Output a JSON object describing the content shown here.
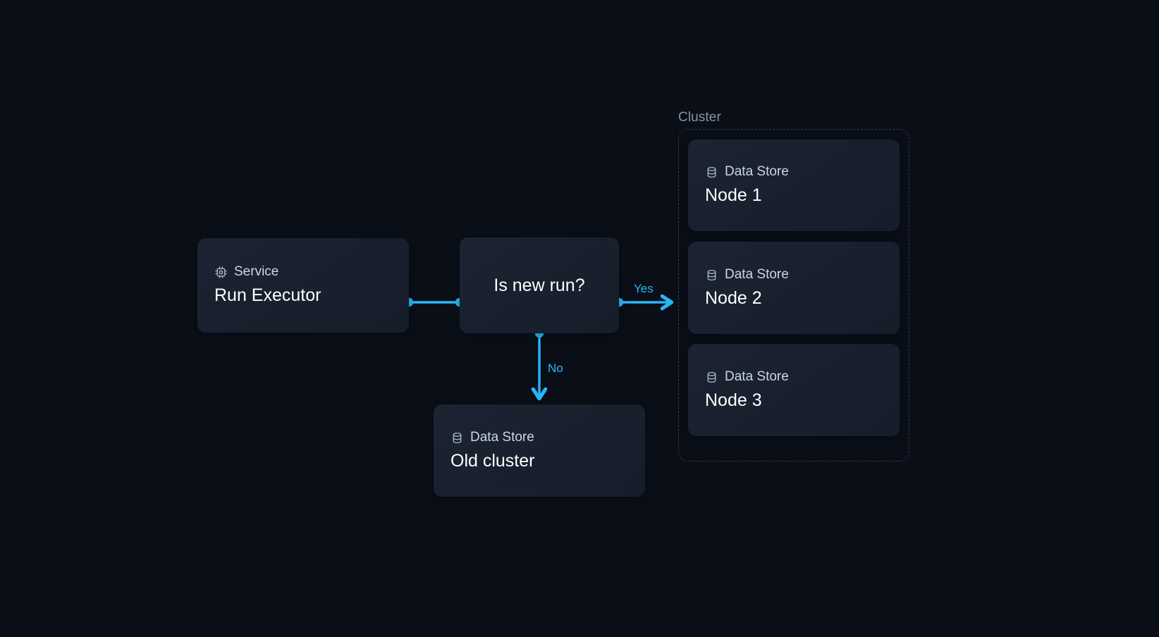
{
  "theme": {
    "canvas_bg": "#0a0e17",
    "node_bg": "#1a2230",
    "node_title_color": "#ffffff",
    "node_type_color": "#ccd6e4",
    "edge_color": "#29b6f6",
    "group_border_color": "#2e3a4e",
    "group_label_color": "#8793a8"
  },
  "group": {
    "label": "Cluster"
  },
  "nodes": {
    "service": {
      "type": "Service",
      "title": "Run Executor",
      "icon": "cpu-chip-icon"
    },
    "decision": {
      "title": "Is new run?"
    },
    "old_cluster": {
      "type": "Data Store",
      "title": "Old cluster",
      "icon": "database-icon"
    },
    "node1": {
      "type": "Data Store",
      "title": "Node 1",
      "icon": "database-icon"
    },
    "node2": {
      "type": "Data Store",
      "title": "Node 2",
      "icon": "database-icon"
    },
    "node3": {
      "type": "Data Store",
      "title": "Node 3",
      "icon": "database-icon"
    }
  },
  "edges": {
    "service_to_decision": {
      "label": ""
    },
    "decision_yes": {
      "label": "Yes"
    },
    "decision_no": {
      "label": "No"
    }
  }
}
